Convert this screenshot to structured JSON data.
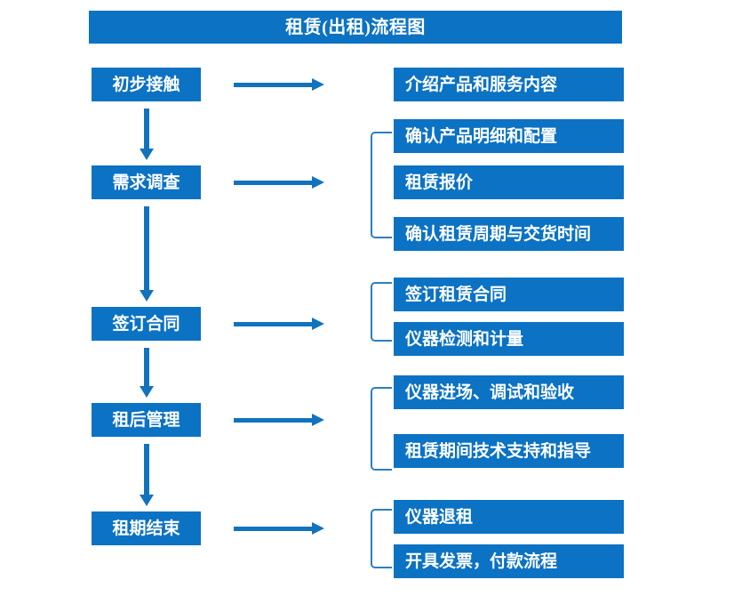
{
  "theme": {
    "box_blue": "#0b72c4",
    "arrow_blue": "#1273bd",
    "bracket_blue": "#2d7ec0",
    "text_white": "#ffffff",
    "background": "#ffffff"
  },
  "header": {
    "title": "租赁(出租)流程图"
  },
  "flow": {
    "stages": [
      {
        "id": "stage-1",
        "label": "初步接触"
      },
      {
        "id": "stage-2",
        "label": "需求调查"
      },
      {
        "id": "stage-3",
        "label": "签订合同"
      },
      {
        "id": "stage-4",
        "label": "租后管理"
      },
      {
        "id": "stage-5",
        "label": "租期结束"
      }
    ],
    "details": [
      {
        "id": "detail-1-1",
        "label": "介绍产品和服务内容"
      },
      {
        "id": "detail-2-1",
        "label": "确认产品明细和配置"
      },
      {
        "id": "detail-2-2",
        "label": "租赁报价"
      },
      {
        "id": "detail-2-3",
        "label": "确认租赁周期与交货时间"
      },
      {
        "id": "detail-3-1",
        "label": "签订租赁合同"
      },
      {
        "id": "detail-3-2",
        "label": "仪器检测和计量"
      },
      {
        "id": "detail-4-1",
        "label": "仪器进场、调试和验收"
      },
      {
        "id": "detail-4-2",
        "label": "租赁期间技术支持和指导"
      },
      {
        "id": "detail-5-1",
        "label": "仪器退租"
      },
      {
        "id": "detail-5-2",
        "label": "开具发票，付款流程"
      }
    ],
    "connector_count": 5,
    "step_connector_count": 4,
    "bracket_count": 4
  }
}
